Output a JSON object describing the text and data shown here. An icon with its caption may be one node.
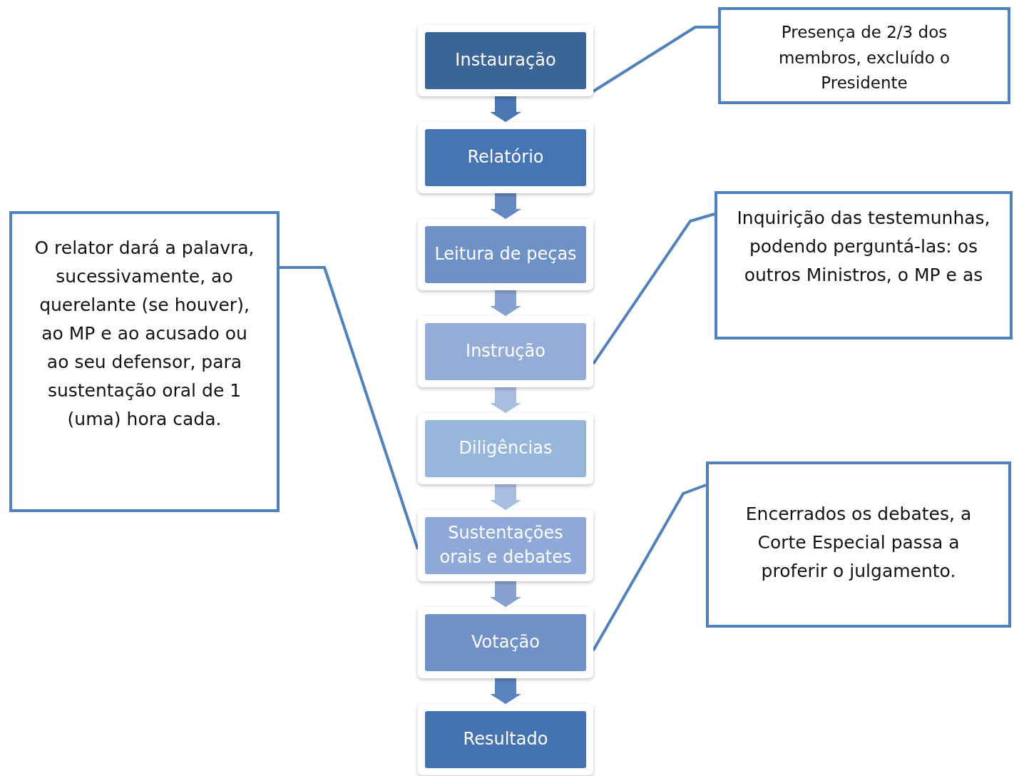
{
  "diagram": {
    "nodes": [
      {
        "text": [
          "Instauração"
        ]
      },
      {
        "text": [
          "Relatório"
        ]
      },
      {
        "text": [
          "Leitura de peças"
        ]
      },
      {
        "text": [
          "Instrução"
        ]
      },
      {
        "text": [
          "Diligências"
        ]
      },
      {
        "text": [
          "Sustentações orais e debates"
        ]
      },
      {
        "text": [
          "Votação"
        ]
      },
      {
        "text": [
          "Resultado"
        ]
      },
      {
        "text": [
          "Presença de 2/3 dos membros, excluído o Presidente"
        ]
      },
      {
        "text": [
          "Inquirição das testemunhas, podendo perguntá-las: os outros Ministros, o MP e as"
        ]
      },
      {
        "text": [
          "O relator dará a palavra, sucessivamente, ao querelante (se houver), ao MP e ao acusado ou ao seu defensor, para sustentação oral de 1 (uma) hora cada."
        ]
      },
      {
        "text": [
          "Encerrados os debates, a Corte Especial passa a proferir o julgamento."
        ]
      }
    ],
    "edges": [
      {
        "from": 0,
        "to": 1,
        "arrow": "to",
        "style": "thick",
        "color": "#4a76b4"
      },
      {
        "from": 1,
        "to": 2,
        "arrow": "to",
        "style": "thick",
        "color": "#6389c0"
      },
      {
        "from": 2,
        "to": 3,
        "arrow": "to",
        "style": "thick",
        "color": "#87a2d0"
      },
      {
        "from": 3,
        "to": 4,
        "arrow": "to",
        "style": "thick",
        "color": "#a9bde0"
      },
      {
        "from": 4,
        "to": 5,
        "arrow": "to",
        "style": "thick",
        "color": "#a9bde0"
      },
      {
        "from": 5,
        "to": 6,
        "arrow": "to",
        "style": "thick",
        "color": "#87a2d0"
      },
      {
        "from": 6,
        "to": 7,
        "arrow": "to",
        "style": "thick",
        "color": "#5b83bf"
      },
      {
        "from": 8,
        "to": 0,
        "arrow": "none"
      },
      {
        "from": 9,
        "to": 3,
        "arrow": "none"
      },
      {
        "from": 10,
        "to": 5,
        "arrow": "none"
      },
      {
        "from": 11,
        "to": 6,
        "arrow": "none"
      }
    ]
  }
}
